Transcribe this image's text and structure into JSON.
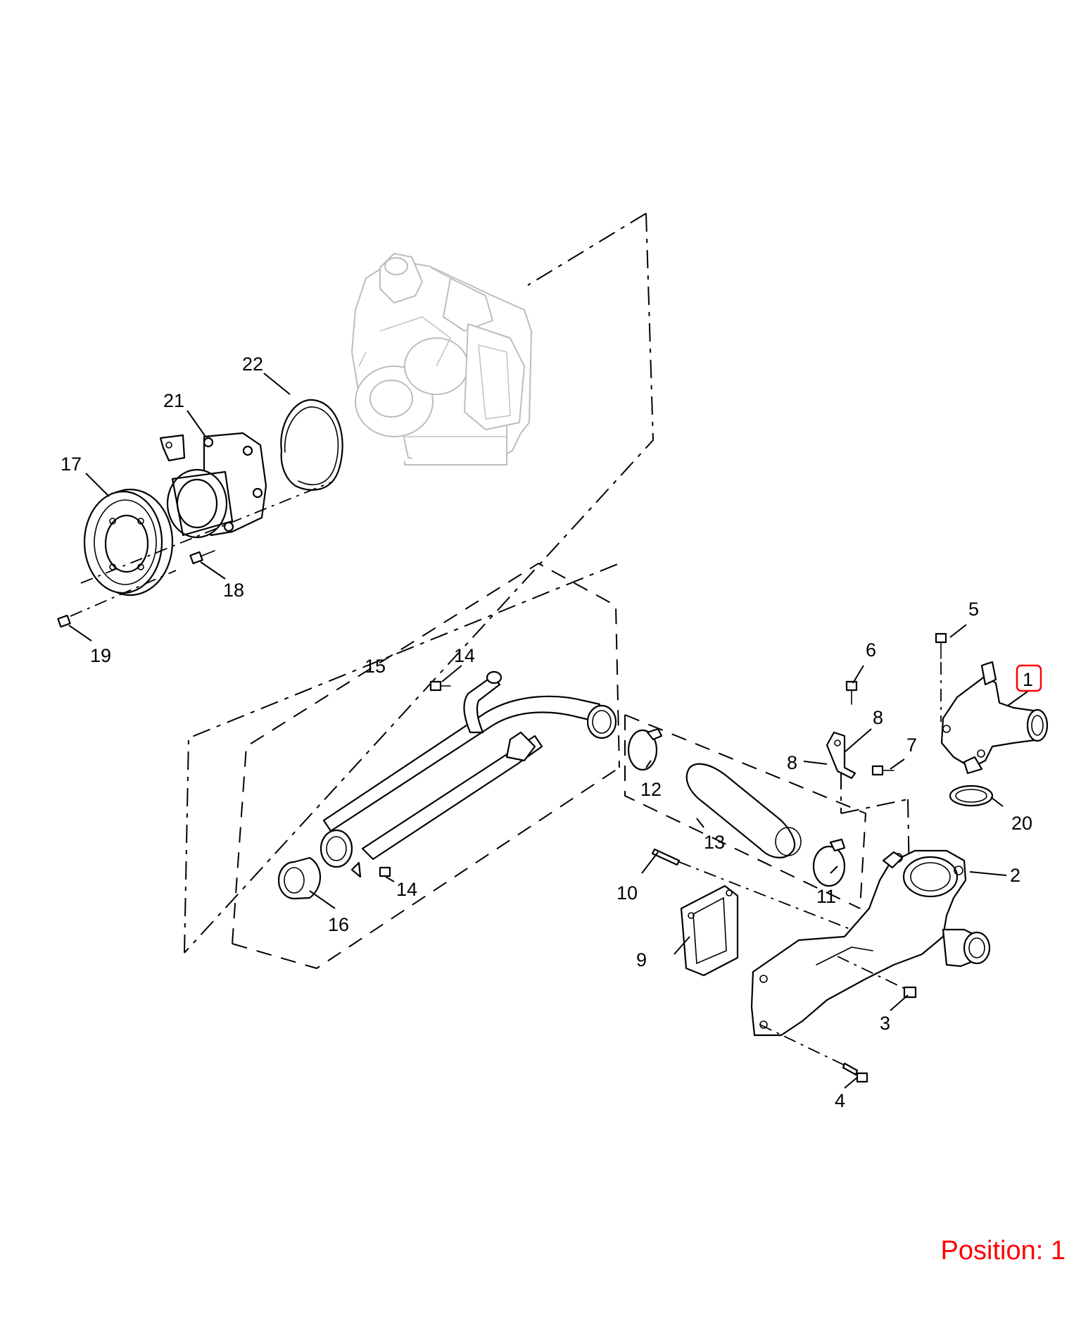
{
  "diagram": {
    "callouts": [
      {
        "id": "c1",
        "text": "1",
        "highlighted": true
      },
      {
        "id": "c2",
        "text": "2"
      },
      {
        "id": "c3",
        "text": "3"
      },
      {
        "id": "c4",
        "text": "4"
      },
      {
        "id": "c5",
        "text": "5"
      },
      {
        "id": "c6",
        "text": "6"
      },
      {
        "id": "c7",
        "text": "7"
      },
      {
        "id": "c8a",
        "text": "8"
      },
      {
        "id": "c8b",
        "text": "8"
      },
      {
        "id": "c9",
        "text": "9"
      },
      {
        "id": "c10",
        "text": "10"
      },
      {
        "id": "c11",
        "text": "11"
      },
      {
        "id": "c12",
        "text": "12"
      },
      {
        "id": "c13",
        "text": "13"
      },
      {
        "id": "c14a",
        "text": "14"
      },
      {
        "id": "c14b",
        "text": "14"
      },
      {
        "id": "c15",
        "text": "15"
      },
      {
        "id": "c16",
        "text": "16"
      },
      {
        "id": "c17",
        "text": "17"
      },
      {
        "id": "c18",
        "text": "18"
      },
      {
        "id": "c19",
        "text": "19"
      },
      {
        "id": "c20",
        "text": "20"
      },
      {
        "id": "c21",
        "text": "21"
      },
      {
        "id": "c22",
        "text": "22"
      }
    ]
  },
  "position_label": "Position: 1",
  "colors": {
    "highlight": "#ff0000",
    "line": "#000000",
    "ghost": "#bdbdbd",
    "background": "#ffffff"
  }
}
